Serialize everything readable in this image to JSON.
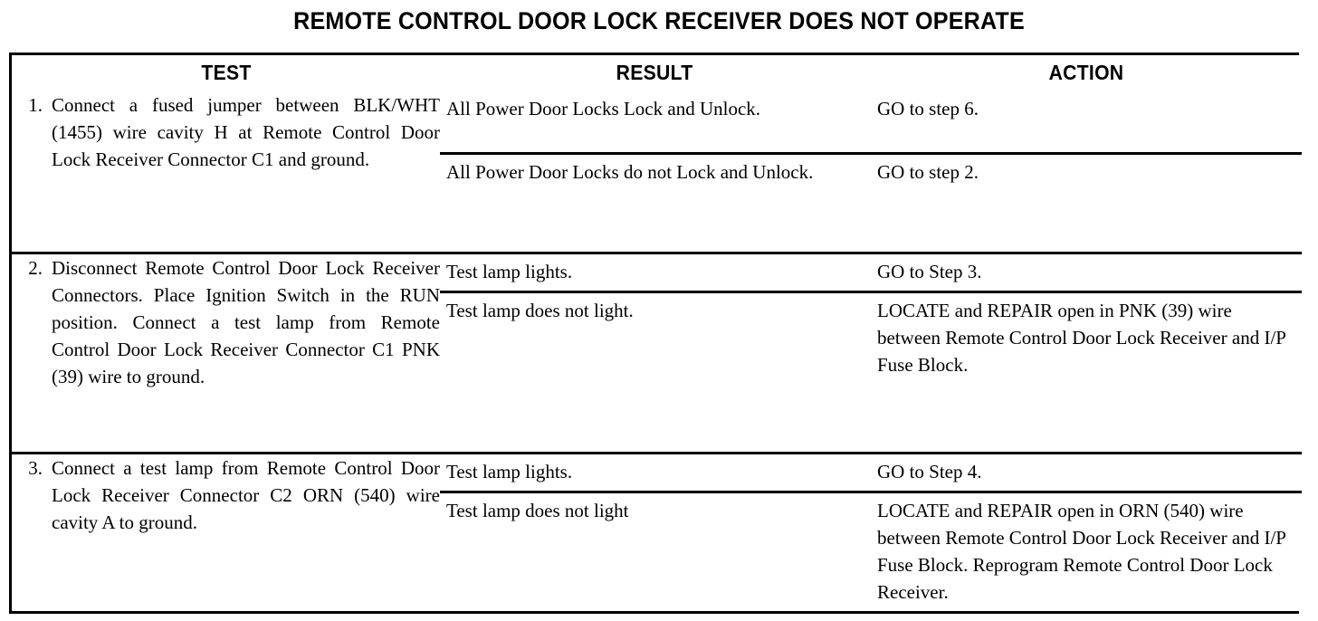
{
  "document": {
    "title": "REMOTE CONTROL DOOR LOCK RECEIVER DOES NOT OPERATE"
  },
  "table": {
    "headers": {
      "test": "TEST",
      "result": "RESULT",
      "action": "ACTION"
    },
    "rows": [
      {
        "number": "1.",
        "test": "Connect a fused jumper between BLK/WHT (1455) wire cavity H at Remote Control Door Lock Receiver Connector C1 and ground.",
        "outcomes": [
          {
            "result": "All Power Door Locks Lock and Unlock.",
            "action": "GO to step 6."
          },
          {
            "result": "All Power Door Locks do not Lock and Unlock.",
            "action": "GO to step 2."
          }
        ]
      },
      {
        "number": "2.",
        "test": "Disconnect Remote Control Door Lock Receiver Connectors. Place Ignition Switch in the RUN position. Connect a test lamp from Remote Control Door Lock Receiver Connector C1 PNK (39) wire to ground.",
        "outcomes": [
          {
            "result": "Test lamp lights.",
            "action": "GO to Step 3."
          },
          {
            "result": "Test lamp does not light.",
            "action": "LOCATE and REPAIR open in PNK (39) wire between Remote Control Door Lock Receiver and I/P Fuse Block."
          }
        ]
      },
      {
        "number": "3.",
        "test": "Connect a test lamp from Remote Control Door Lock Receiver Connector C2 ORN (540) wire cavity A to ground.",
        "outcomes": [
          {
            "result": "Test lamp lights.",
            "action": "GO to Step 4."
          },
          {
            "result": "Test lamp does not light",
            "action": "LOCATE and REPAIR open in ORN (540) wire between Remote Control Door Lock Receiver and I/P Fuse Block. Reprogram Remote Control Door Lock Receiver."
          }
        ]
      }
    ]
  }
}
